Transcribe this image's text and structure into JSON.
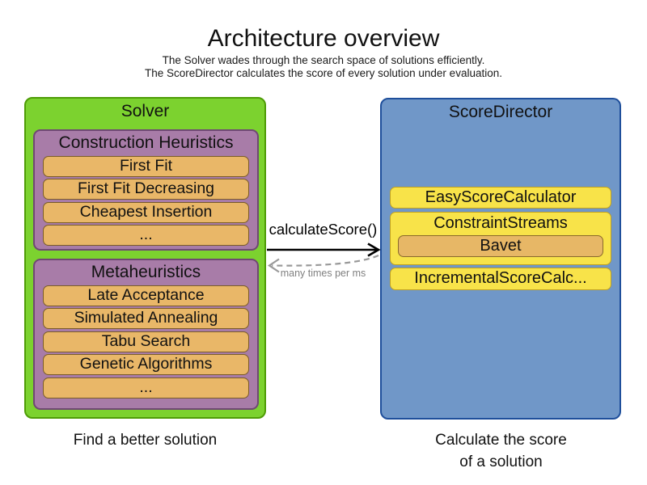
{
  "header": {
    "title": "Architecture overview",
    "subtitle_line1": "The Solver wades through the search space of solutions efficiently.",
    "subtitle_line2": "The ScoreDirector calculates the score of every solution under evaluation."
  },
  "solver": {
    "title": "Solver",
    "caption": "Find a better solution",
    "construction_heuristics": {
      "title": "Construction Heuristics",
      "items": [
        "First Fit",
        "First Fit Decreasing",
        "Cheapest Insertion",
        "..."
      ]
    },
    "metaheuristics": {
      "title": "Metaheuristics",
      "items": [
        "Late Acceptance",
        "Simulated Annealing",
        "Tabu Search",
        "Genetic Algorithms",
        "..."
      ]
    }
  },
  "score_director": {
    "title": "ScoreDirector",
    "caption_line1": "Calculate the score",
    "caption_line2": "of a solution",
    "easy_score_calculator": "EasyScoreCalculator",
    "constraint_streams": "ConstraintStreams",
    "bavet": "Bavet",
    "incremental_score_calculator": "IncrementalScoreCalc..."
  },
  "connection": {
    "call_label": "calculateScore()",
    "frequency_label": "many times per ms"
  },
  "colors": {
    "solver_fill": "#7CD22F",
    "solver_border": "#4E9C06",
    "heuristic_group_fill": "#A87CA8",
    "heuristic_group_border": "#6F4873",
    "algorithm_fill": "#E9B768",
    "algorithm_border": "#7A5C28",
    "score_director_fill": "#7097C8",
    "score_director_border": "#1F4F9B",
    "calculator_fill": "#F8E349",
    "calculator_border": "#BFA022",
    "call_arrow": "#000000",
    "return_arrow": "#999999"
  }
}
